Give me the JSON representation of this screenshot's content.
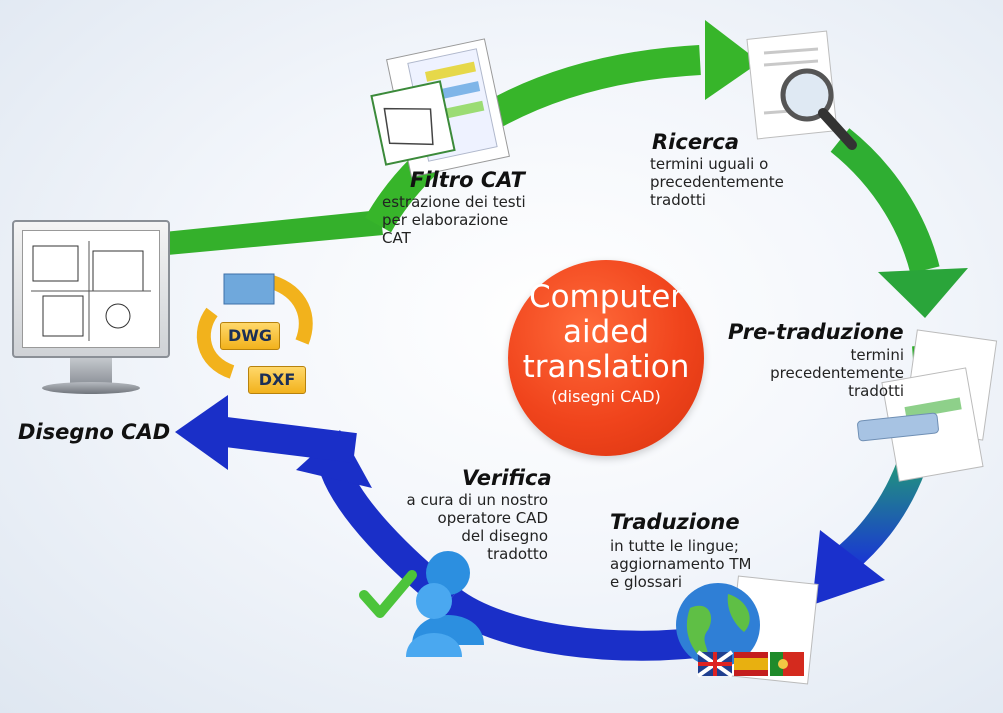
{
  "center": {
    "line1": "Computer",
    "line2": "aided",
    "line3": "translation",
    "line4": "(disegni CAD)"
  },
  "steps": {
    "filtro": {
      "title": "Filtro CAT",
      "desc": [
        "estrazione dei testi",
        "per elaborazione",
        "CAT"
      ]
    },
    "ricerca": {
      "title": "Ricerca",
      "desc": [
        "termini uguali o",
        "precedentemente",
        "tradotti"
      ]
    },
    "pretrad": {
      "title": "Pre-traduzione",
      "desc": [
        "termini",
        "precedentemente",
        "tradotti"
      ]
    },
    "traduzione": {
      "title": "Traduzione",
      "desc": [
        "in tutte le lingue;",
        "aggiornamento TM",
        "e glossari"
      ]
    },
    "verifica": {
      "title": "Verifica",
      "desc": [
        "a cura di un nostro",
        "operatore CAD",
        "del disegno",
        "tradotto"
      ]
    },
    "disegno": {
      "title": "Disegno CAD"
    }
  },
  "formats": {
    "dwg": "DWG",
    "dxf": "DXF"
  },
  "colors": {
    "green": "#37b52a",
    "blue": "#1a2fc8",
    "center": "#f0441c"
  },
  "icons": [
    "monitor-icon",
    "dwg-dxf-icon",
    "spreadsheet-icon",
    "magnifier-doc-icon",
    "documents-icon",
    "globe-flags-icon",
    "user-check-icon"
  ]
}
